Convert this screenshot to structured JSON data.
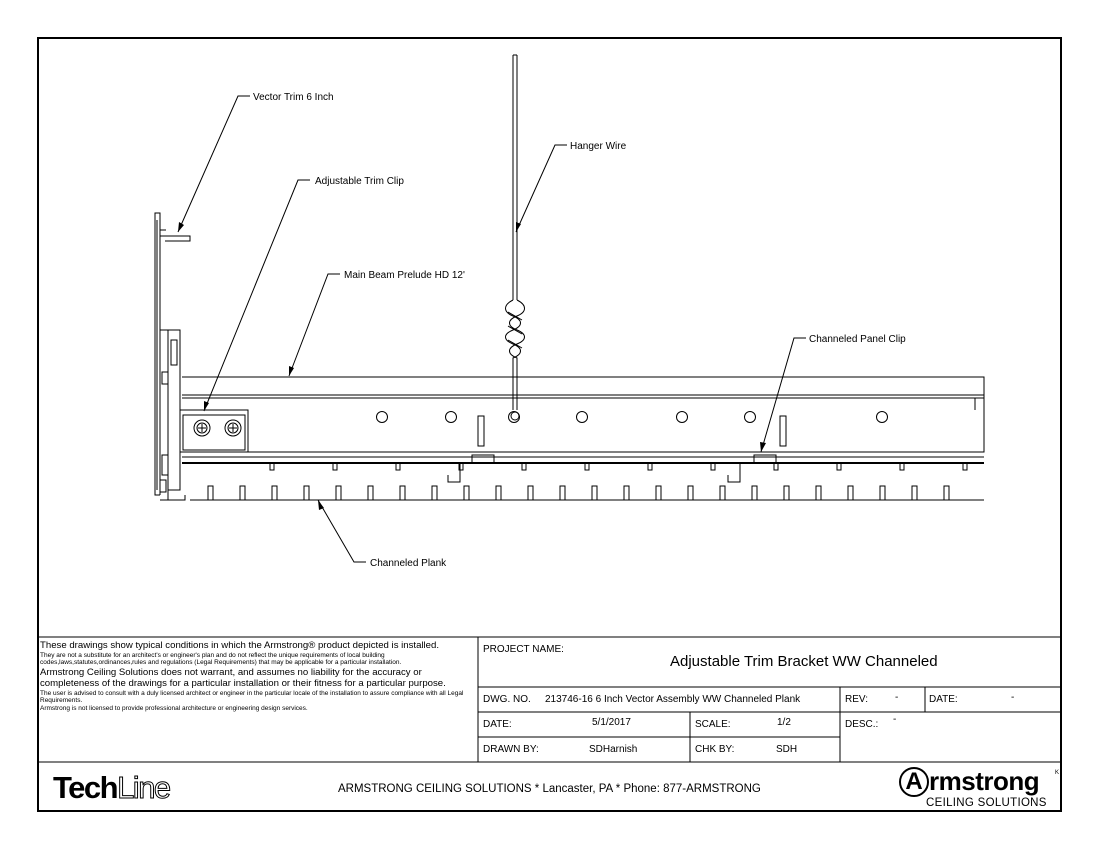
{
  "callouts": {
    "vector_trim": "Vector Trim 6 Inch",
    "trim_clip": "Adjustable Trim Clip",
    "main_beam": "Main Beam Prelude HD 12'",
    "hanger_wire": "Hanger Wire",
    "panel_clip": "Channeled Panel Clip",
    "plank": "Channeled Plank"
  },
  "disclaimer": {
    "p1": "These drawings show typical conditions in which the Armstrong® product depicted is installed.",
    "p2": "They are not a substitute for an architect's or engineer's plan and do not reflect the unique requirements of local building codes,laws,statutes,ordinances,rules and regulations (Legal Requirements) that may be applicable for a particular installation.",
    "p3": "Armstrong Ceiling Solutions does not warrant, and assumes no liability for the accuracy or completeness of  the drawings for a particular installation or their fitness for a particular purpose.",
    "p4": "The user is  advised to consult with a duly licensed architect or engineer in the particular locale of the installation to assure  compliance with all Legal Requirements.",
    "p5": "Armstrong is not licensed to provide professional architecture or engineering design services."
  },
  "title_block": {
    "project_name_label": "PROJECT NAME:",
    "project_name": "Adjustable Trim Bracket WW Channeled",
    "dwg_no_label": "DWG. NO.",
    "dwg_no": "213746-16 6 Inch Vector Assembly WW Channeled Plank",
    "rev_label": "REV:",
    "rev": "-",
    "date_label_right": "DATE:",
    "date_right": "-",
    "date_label": "DATE:",
    "date": "5/1/2017",
    "scale_label": "SCALE:",
    "scale": "1/2",
    "desc_label": "DESC.:",
    "desc": "-",
    "drawn_by_label": "DRAWN BY:",
    "drawn_by": "SDHarnish",
    "chk_by_label": "CHK BY:",
    "chk_by": "SDH"
  },
  "footer": {
    "brand_left_bold": "Tech",
    "brand_left_outline": "Line",
    "company_line": "ARMSTRONG CEILING SOLUTIONS * Lancaster, PA * Phone: 877-ARMSTRONG",
    "logo_name": "rmstrong",
    "logo_initial": "A",
    "logo_sub": "CEILING SOLUTIONS",
    "logo_mark": "K"
  }
}
